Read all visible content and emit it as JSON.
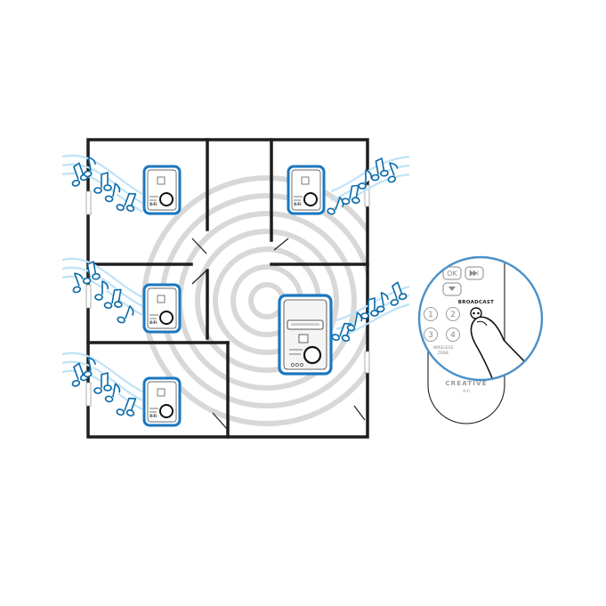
{
  "remote": {
    "ok_label": "OK",
    "broadcast_label": "BROADCAST",
    "num_labels": [
      "1",
      "2",
      "3",
      "4"
    ],
    "small_label": "WIRELESS",
    "small_label_2": "ZONE",
    "brand": "CREATIVE",
    "brand_sub": "X-Fi"
  },
  "units": {
    "small_label": "X-Fi"
  },
  "colors": {
    "accent": "#1a77c0",
    "wave": "#bfe3f7",
    "wall": "#1e1e1e",
    "note_outline": "#0a6aa8",
    "remote_circle": "#4a90c8"
  }
}
